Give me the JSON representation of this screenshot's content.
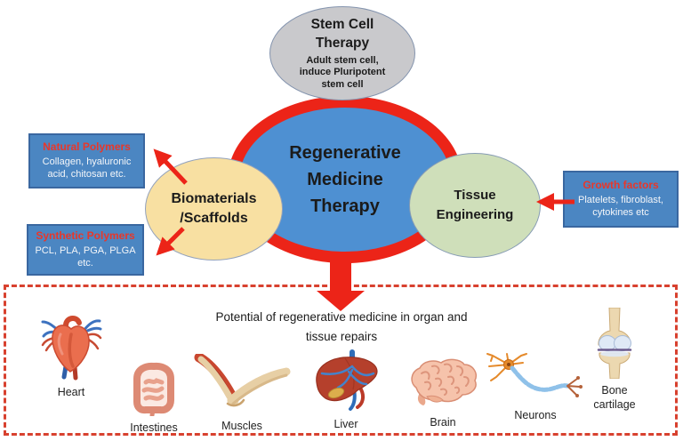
{
  "title": "Regenerative Medicine Therapy diagram",
  "colors": {
    "accent_red": "#ec2418",
    "dashed_red": "#d8412f",
    "node_blue": "#4e90d2",
    "box_blue": "#4b86c2",
    "box_border_blue": "#3a67a0",
    "stem_gray": "#c9c9cc",
    "biomaterials_yellow": "#f8e0a2",
    "tissue_green": "#cfdfba",
    "callout_title_red": "#e8372a"
  },
  "nodes": {
    "stem_cell": {
      "title": "Stem Cell\nTherapy",
      "subtitle": "Adult stem cell,\ninduce Pluripotent\nstem cell"
    },
    "center": {
      "title": "Regenerative\nMedicine\nTherapy"
    },
    "biomaterials": {
      "title": "Biomaterials\n/Scaffolds"
    },
    "tissue_engineering": {
      "title": "Tissue\nEngineering"
    }
  },
  "callouts": {
    "natural_polymers": {
      "title": "Natural Polymers",
      "body": "Collagen, hyaluronic\nacid, chitosan etc."
    },
    "synthetic_polymers": {
      "title": "Synthetic Polymers",
      "body": "PCL, PLA, PGA, PLGA\netc."
    },
    "growth_factors": {
      "title": "Growth factors",
      "body": "Platelets, fibroblast,\ncytokines etc"
    }
  },
  "bottom_panel": {
    "caption": "Potential of regenerative medicine in organ and\ntissue repairs",
    "organs": [
      {
        "label": "Heart"
      },
      {
        "label": "Intestines"
      },
      {
        "label": "Muscles"
      },
      {
        "label": "Liver"
      },
      {
        "label": "Brain"
      },
      {
        "label": "Neurons"
      },
      {
        "label": "Bone\ncartilage"
      }
    ]
  }
}
